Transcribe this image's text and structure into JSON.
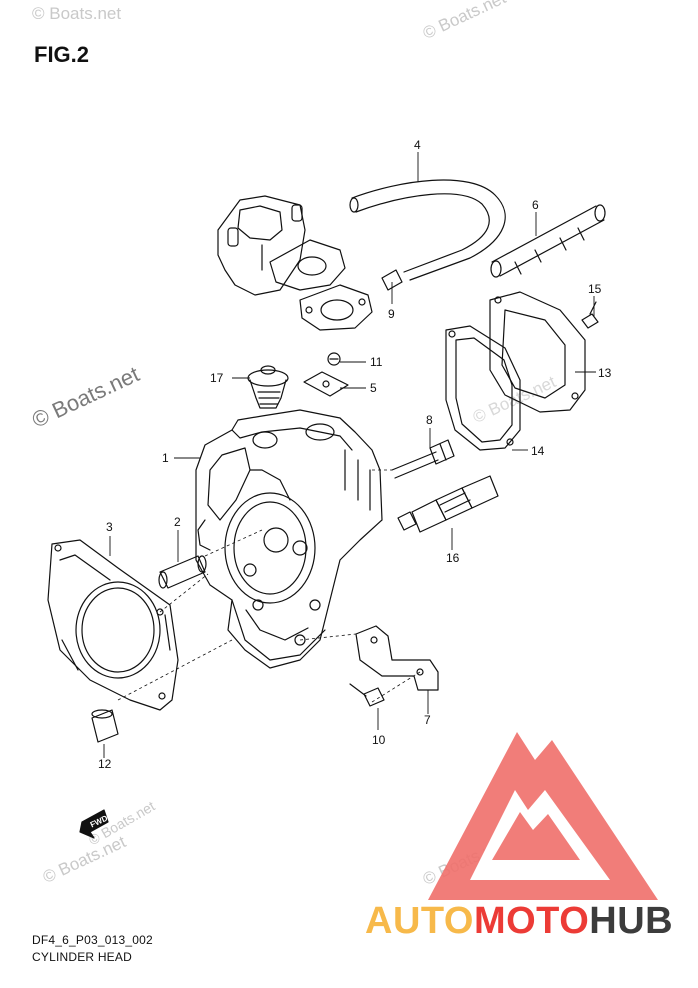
{
  "figure": {
    "title": "FIG.2"
  },
  "watermarks": {
    "corner": "© Boats.net",
    "side": "© Boats.net",
    "fwd_arrow": "FWD",
    "center": "© Boats.net",
    "bottom_left": "© Boats.net",
    "bottom_right": "© Boats.net"
  },
  "callouts": {
    "c1": "1",
    "c2": "2",
    "c3": "3",
    "c4": "4",
    "c5": "5",
    "c6": "6",
    "c7": "7",
    "c8": "8",
    "c9": "9",
    "c10": "10",
    "c11": "11",
    "c12": "12",
    "c13": "13",
    "c14": "14",
    "c15": "15",
    "c16": "16",
    "c17": "17"
  },
  "caption": {
    "code": "DF4_6_P03_013_002",
    "name": "CYLINDER HEAD"
  },
  "brand": {
    "part1": "AUTO",
    "part2": "MOTO",
    "part3": "HUB",
    "logo_color": "#ef6f6a"
  }
}
